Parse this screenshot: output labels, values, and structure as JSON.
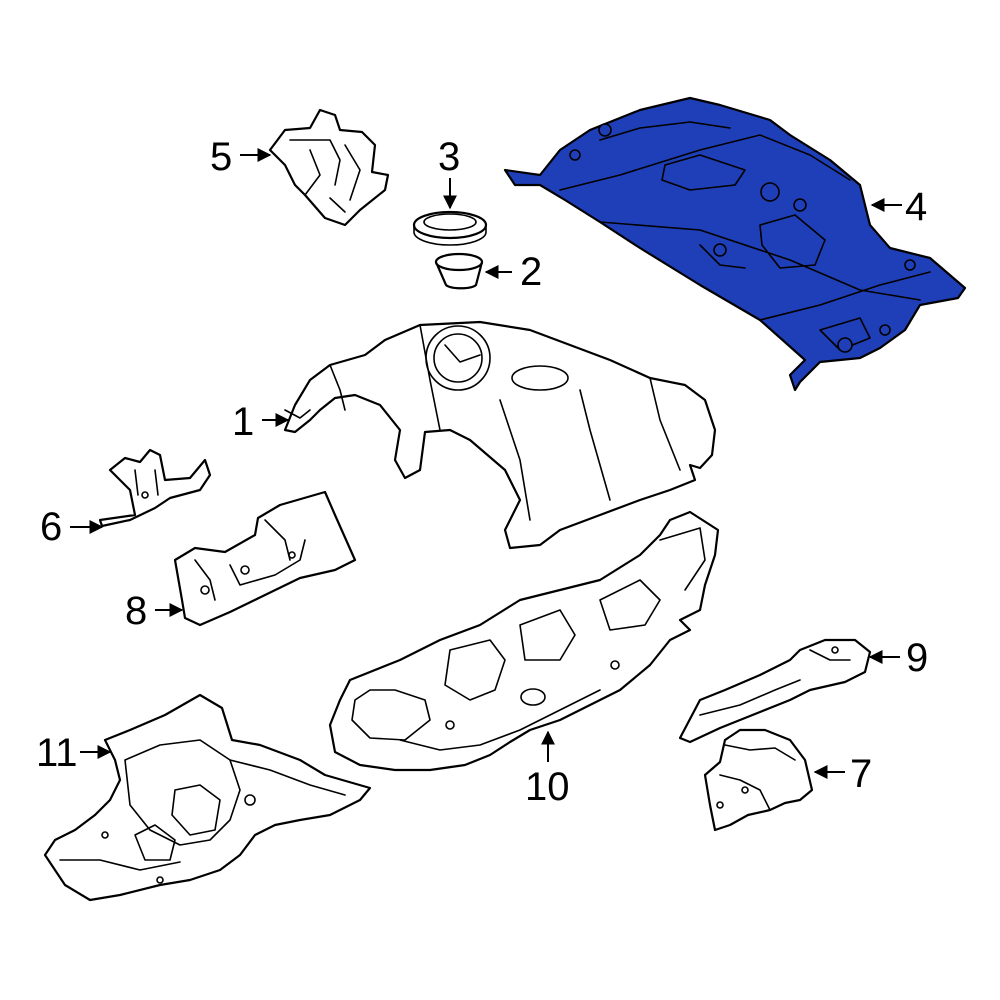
{
  "diagram": {
    "highlight_color": "#1f3fb8",
    "callouts": {
      "c1": "1",
      "c2": "2",
      "c3": "3",
      "c4": "4",
      "c5": "5",
      "c6": "6",
      "c7": "7",
      "c8": "8",
      "c9": "9",
      "c10": "10",
      "c11": "11"
    }
  }
}
